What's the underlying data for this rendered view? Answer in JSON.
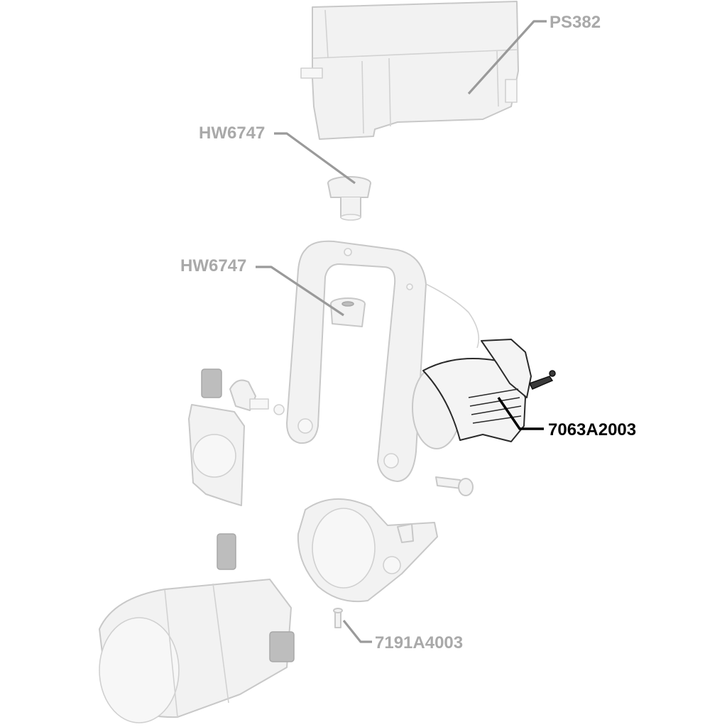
{
  "callouts": {
    "ps382": "PS382",
    "hw6747_top": "HW6747",
    "hw6747_mid": "HW6747",
    "highlighted_part": "7063A2003",
    "screw": "7191A4003"
  },
  "colors": {
    "ghost_label": "#a9a9a9",
    "highlight_label": "#000000",
    "ghost_part_fill": "#f2f2f2",
    "ghost_part_stroke": "#c8c8c8"
  }
}
